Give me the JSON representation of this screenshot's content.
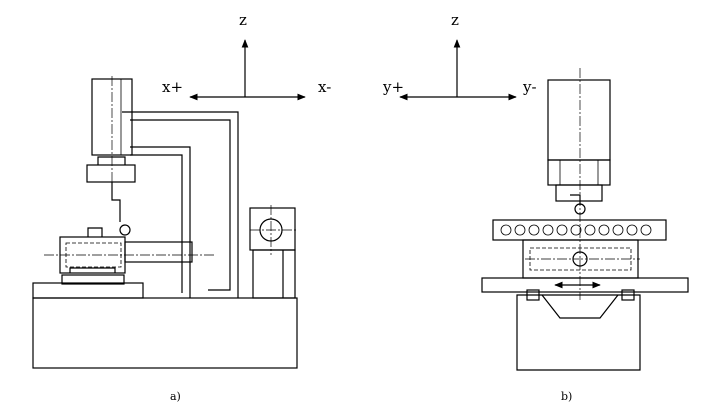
{
  "figure_a": {
    "axis_z": "z",
    "axis_x_plus": "x+",
    "axis_x_minus": "x-",
    "caption": "a)"
  },
  "figure_b": {
    "axis_z": "z",
    "axis_y_plus": "y+",
    "axis_y_minus": "y-",
    "caption": "b)"
  }
}
